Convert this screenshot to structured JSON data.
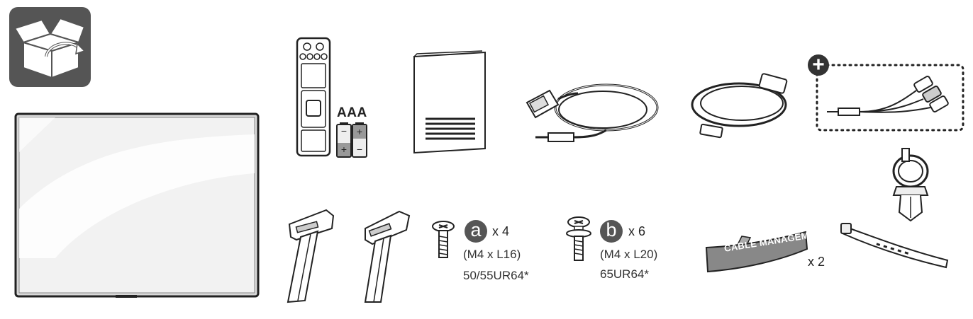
{
  "icons": {
    "unbox": "open-box-icon",
    "tv": "tv-icon",
    "remote": "remote-control-icon",
    "batteries": "battery-icon",
    "manual": "manual-icon",
    "rgb_cable": "rgb-audio-cable-icon",
    "power_cord": "power-cord-icon",
    "optional": "plus-icon",
    "av_cable": "av-gender-cable-icon",
    "stand": "stand-leg-icon",
    "screw": "screw-icon",
    "cable_holder": "cable-holder-icon",
    "cable_tie": "cable-tie-icon"
  },
  "batteries": {
    "label": "AAA"
  },
  "screw_a": {
    "letter": "a",
    "qty": "x 4",
    "spec": "(M4 x L16)",
    "models": "50/55UR64*"
  },
  "screw_b": {
    "letter": "b",
    "qty": "x 6",
    "spec": "(M4 x L20)",
    "models": "65UR64*"
  },
  "cable_management": {
    "label": "CABLE MANAGEMENT",
    "qty": "x 2"
  },
  "colors": {
    "icon_bg": "#555555",
    "line": "#222222",
    "tv_frame": "#d8d8d8"
  }
}
